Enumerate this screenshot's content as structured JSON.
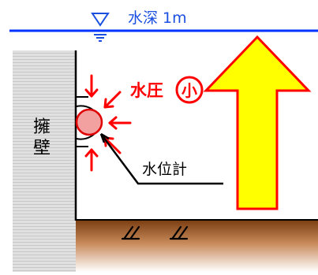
{
  "water_level": {
    "label": "水深 1m",
    "line_color": "#0033ff",
    "text_color": "#1a4fe0"
  },
  "wall": {
    "label_line1": "擁",
    "label_line2": "壁",
    "fill": "#dcdcdc"
  },
  "pressure": {
    "label": "水圧",
    "level": "小",
    "color": "#ff0000"
  },
  "gauge": {
    "label": "水位計",
    "fill": "#f2a0a0"
  },
  "up_arrow": {
    "fill": "#ffff00",
    "stroke": "#ff0000"
  },
  "ground": {
    "top_color": "#7a3d10",
    "bottom_color": "#ffffff"
  },
  "icons": [
    "water-level-triangle-icon",
    "ground-hatch-icon"
  ]
}
